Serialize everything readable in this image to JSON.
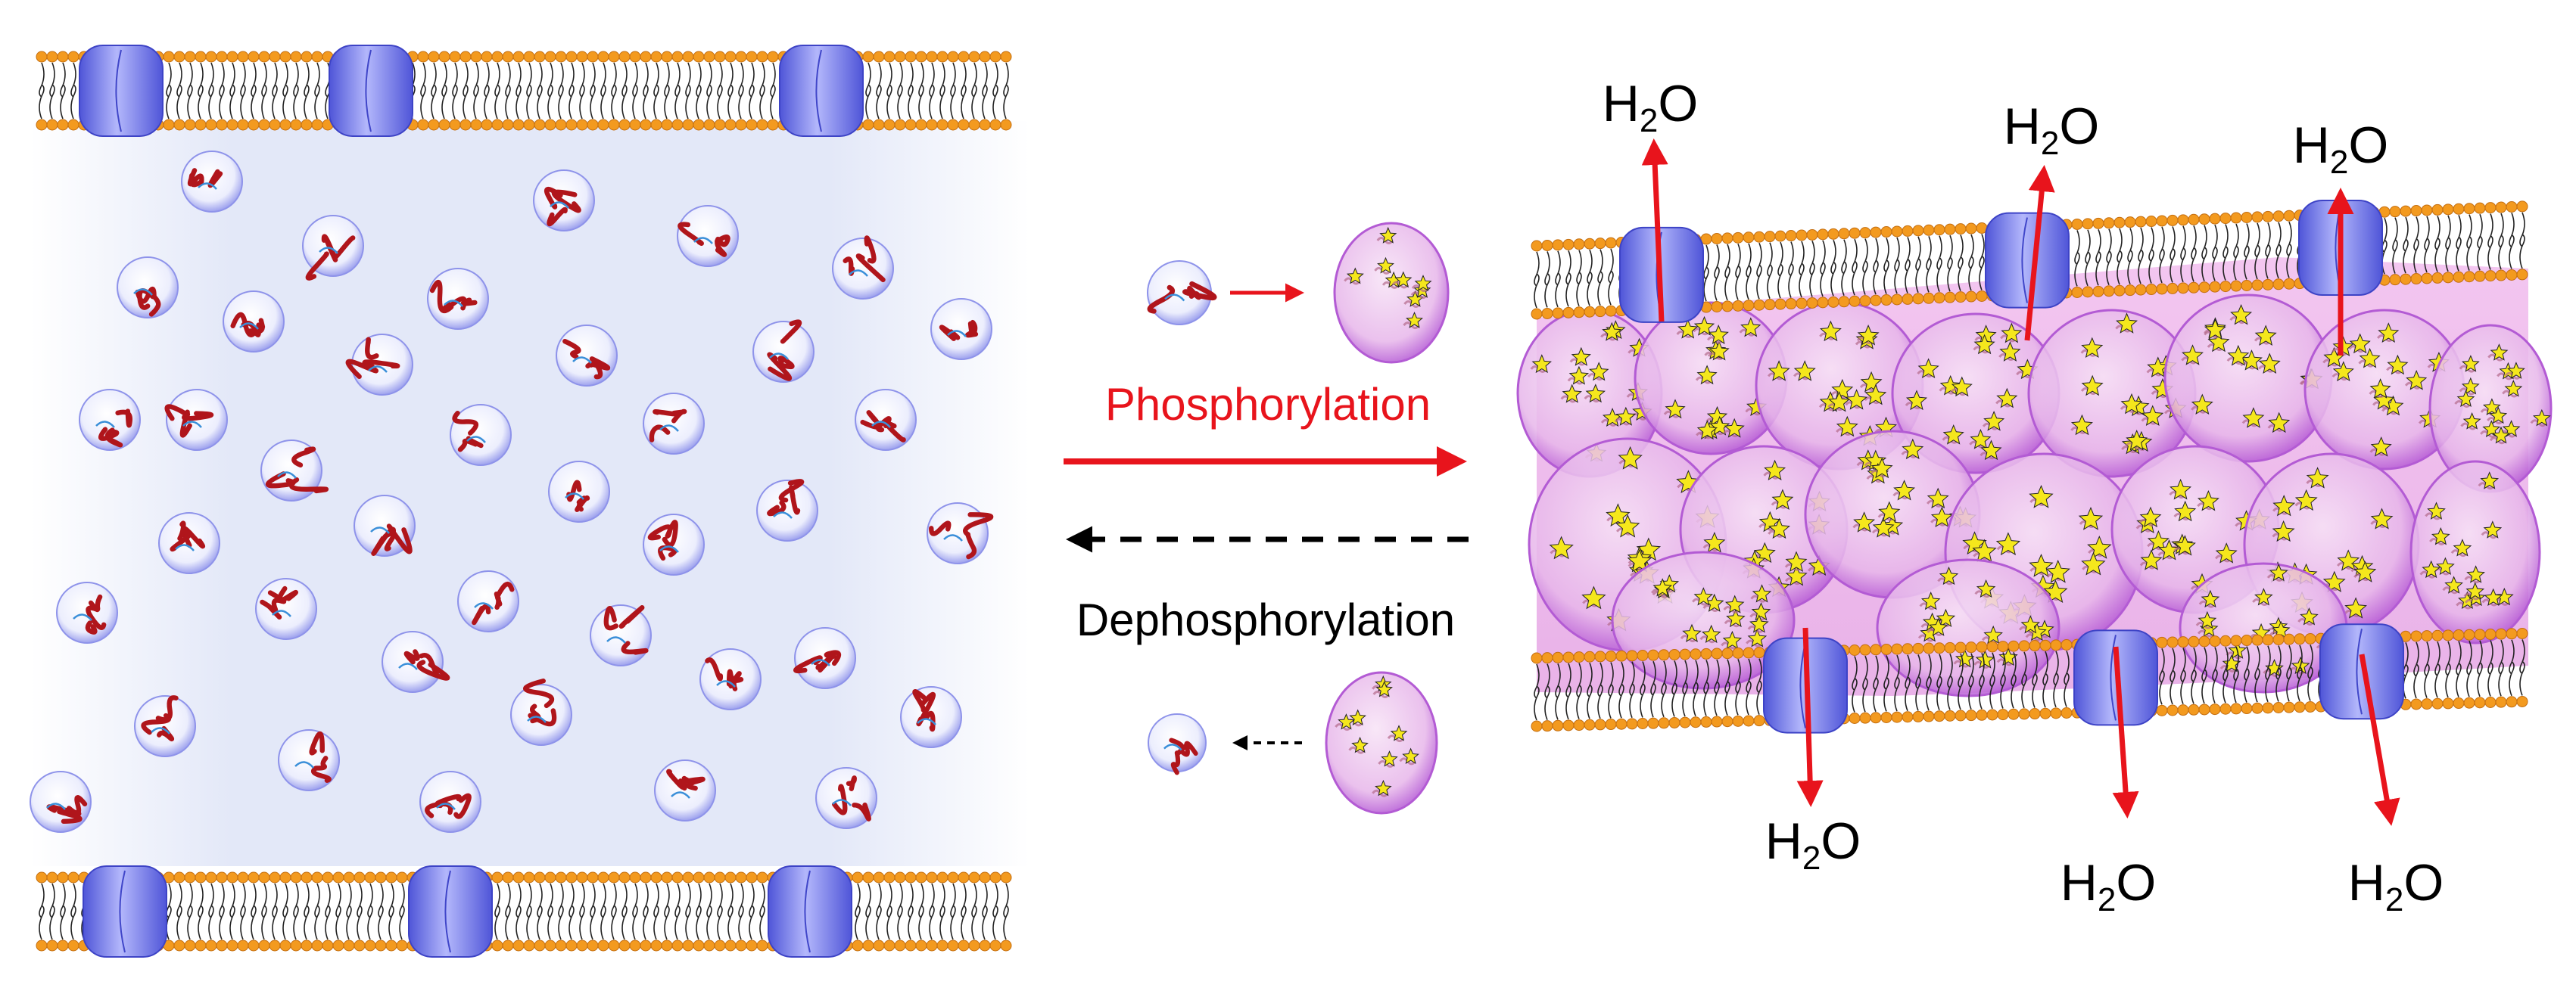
{
  "process": {
    "forward_label": "Phosphorylation",
    "reverse_label": "Dephosphorylation"
  },
  "water": {
    "main": "H",
    "sub": "2",
    "tail": "O"
  },
  "colors": {
    "forward": "#e8141c",
    "reverse": "#000000",
    "channel": "#6f75e8",
    "lipid_head": "#f39a1f",
    "condensate": "#d98be6",
    "vesicle": "#b8b9f0",
    "cytosol": "#dde3f7"
  }
}
